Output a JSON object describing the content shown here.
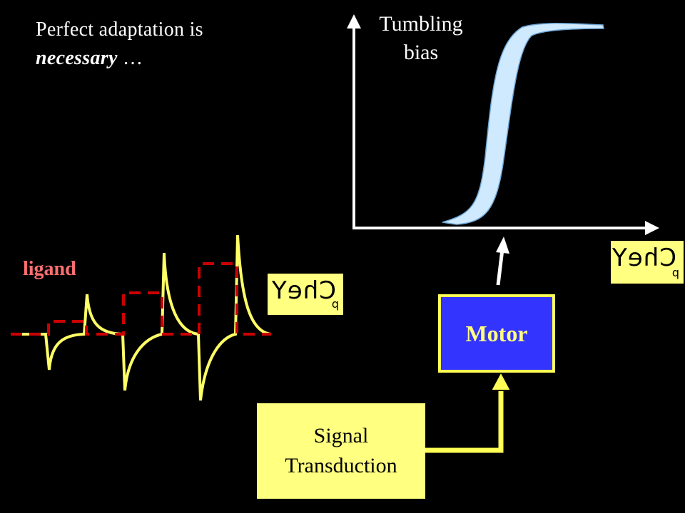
{
  "intro": {
    "line1": "Perfect adaptation is",
    "line2_italic": "necessary",
    "line2_rest": " …"
  },
  "graph": {
    "y_label_line1": "Tumbling",
    "y_label_line2": "bias"
  },
  "ligand_label": "ligand",
  "motor_label": "Motor",
  "signal_box": {
    "line1": "Signal",
    "line2": "Transduction"
  },
  "chey_box": {
    "main": "CheY",
    "sub": "p"
  },
  "colors": {
    "background": "#000000",
    "curve_fill": "#cfe9ff",
    "signal_yellow": "#ffff80",
    "motor_blue": "#3434ff",
    "ligand_red": "#cc0000"
  }
}
